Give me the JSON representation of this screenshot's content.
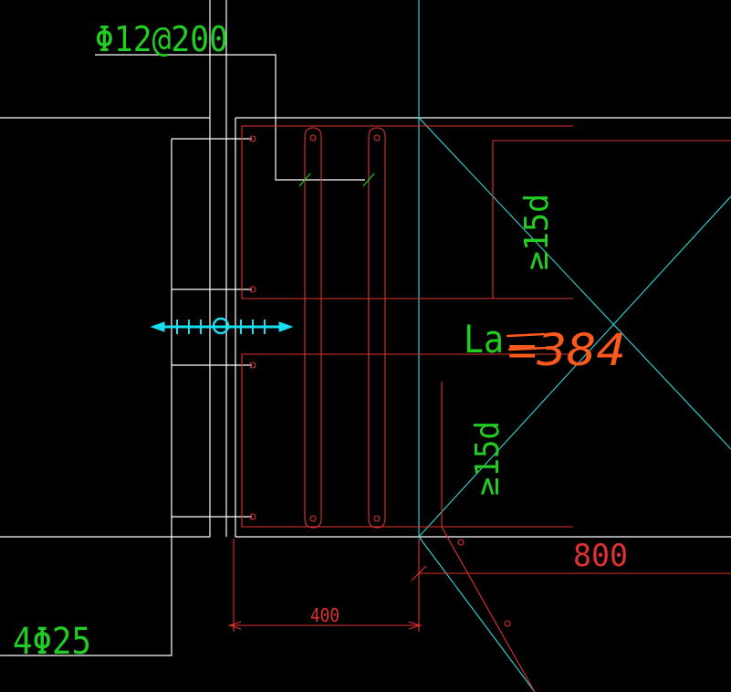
{
  "drawing": {
    "background": "#000000",
    "colors": {
      "white": "#ffffff",
      "red": "#e03232",
      "green": "#22cc22",
      "cyan": "#33d6d6",
      "bright_cyan": "#19e0f0",
      "orange": "#ff5a1e"
    },
    "labels": {
      "stirrup_spec": "Φ12@200",
      "main_bars": "4Φ25",
      "anchor_top": "≥15d",
      "anchor_bottom": "≥15d",
      "la_label": "La",
      "la_value": "=384",
      "dim_800": "800",
      "dim_400": "400"
    }
  }
}
